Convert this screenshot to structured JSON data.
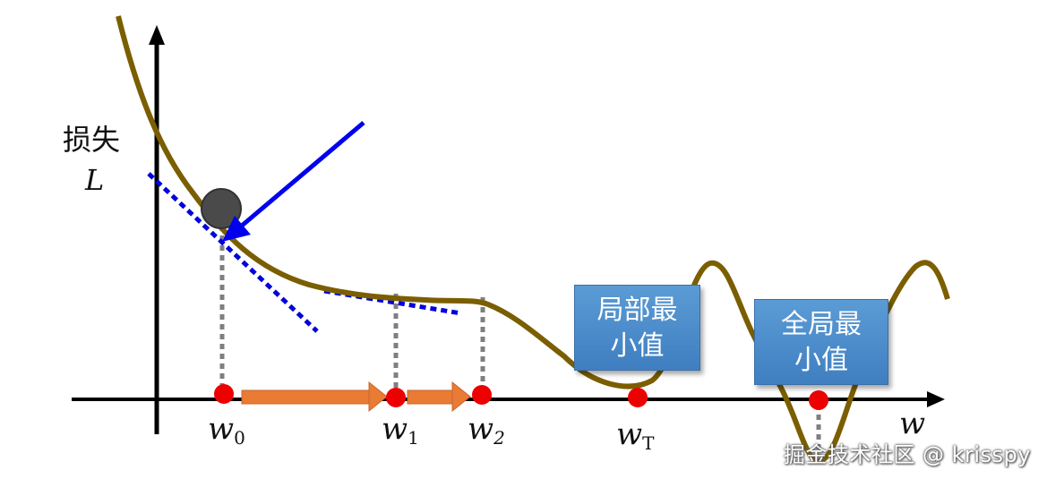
{
  "axes": {
    "y_label": "损失",
    "y_var": "L",
    "x_var": "w"
  },
  "points": [
    {
      "name": "w0",
      "base": "w",
      "sub": "0"
    },
    {
      "name": "w1",
      "base": "w",
      "sub": "1"
    },
    {
      "name": "w2",
      "base": "w",
      "sub": "2"
    },
    {
      "name": "wT",
      "base": "w",
      "sub": "T"
    }
  ],
  "boxes": {
    "local_min": {
      "line1": "局部最",
      "line2": "小值"
    },
    "global_min": {
      "line1": "全局最",
      "line2": "小值"
    }
  },
  "watermark": "掘金技术社区 @ krisspy",
  "colors": {
    "curve": "#7a5e00",
    "arrow_blue": "#0000ee",
    "tangent_blue": "#0000dd",
    "step_arrow": "#e97b35",
    "point": "#ee0000",
    "ball": "#4a4a4a",
    "dashed_guide": "#7f7f7f",
    "box": "#4a8acb"
  }
}
